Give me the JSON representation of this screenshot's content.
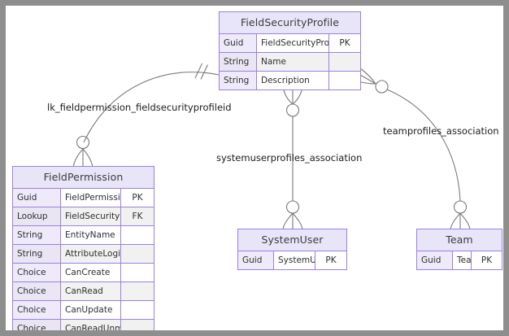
{
  "canvas": {
    "background_color": "#ffffff",
    "frame_color": "#8e8e8e",
    "entity_border_color": "#9d7fe0",
    "entity_header_color": "#e9e5f9",
    "connector_color": "#7a7a7a"
  },
  "entities": [
    {
      "id": "fieldsecurityprofile",
      "name": "FieldSecurityProfile",
      "attributes": [
        {
          "type": "Guid",
          "name": "FieldSecurityProfileId",
          "key": "PK"
        },
        {
          "type": "String",
          "name": "Name",
          "key": ""
        },
        {
          "type": "String",
          "name": "Description",
          "key": ""
        }
      ]
    },
    {
      "id": "fieldpermission",
      "name": "FieldPermission",
      "attributes": [
        {
          "type": "Guid",
          "name": "FieldPermissionId",
          "key": "PK"
        },
        {
          "type": "Lookup",
          "name": "FieldSecurityProfileId",
          "key": "FK"
        },
        {
          "type": "String",
          "name": "EntityName",
          "key": ""
        },
        {
          "type": "String",
          "name": "AttributeLogicalName",
          "key": ""
        },
        {
          "type": "Choice",
          "name": "CanCreate",
          "key": ""
        },
        {
          "type": "Choice",
          "name": "CanRead",
          "key": ""
        },
        {
          "type": "Choice",
          "name": "CanUpdate",
          "key": ""
        },
        {
          "type": "Choice",
          "name": "CanReadUnmasked",
          "key": ""
        }
      ]
    },
    {
      "id": "systemuser",
      "name": "SystemUser",
      "attributes": [
        {
          "type": "Guid",
          "name": "SystemUserId",
          "key": "PK"
        }
      ]
    },
    {
      "id": "team",
      "name": "Team",
      "attributes": [
        {
          "type": "Guid",
          "name": "TeamID",
          "key": "PK"
        }
      ]
    }
  ],
  "relationships": [
    {
      "id": "lk_fieldpermission",
      "label": "lk_fieldpermission_fieldsecurityprofileid",
      "from": "fieldsecurityprofile",
      "to": "fieldpermission",
      "from_cardinality": "exactly-one",
      "to_cardinality": "zero-or-many"
    },
    {
      "id": "systemuserprofiles",
      "label": "systemuserprofiles_association",
      "from": "fieldsecurityprofile",
      "to": "systemuser",
      "from_cardinality": "zero-or-many",
      "to_cardinality": "zero-or-many"
    },
    {
      "id": "teamprofiles",
      "label": "teamprofiles_association",
      "from": "fieldsecurityprofile",
      "to": "team",
      "from_cardinality": "zero-or-many",
      "to_cardinality": "zero-or-many"
    }
  ]
}
